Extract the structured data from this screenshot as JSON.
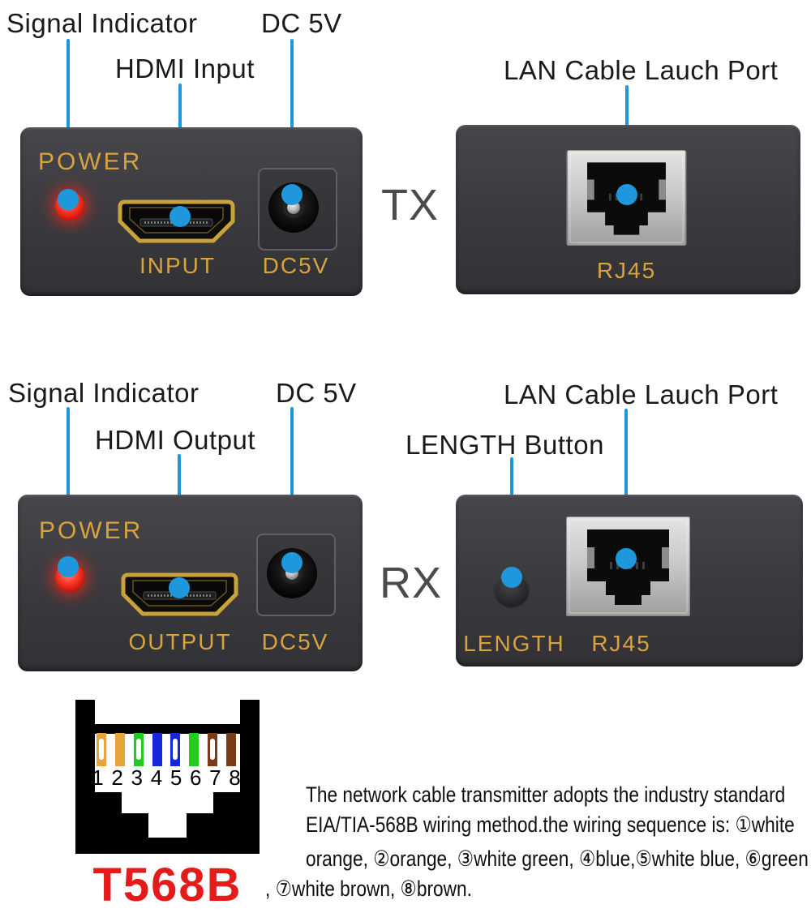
{
  "palette": {
    "callout_blue": "#1F97DC",
    "panel_gray": "#3B3B3E",
    "gold_text": "#D8A33E",
    "led_red": "#F01414",
    "device_label_gray": "#4B4B4B",
    "t568b_red": "#E31B1B"
  },
  "tx_row": {
    "device_label": "TX",
    "callout_signal": "Signal Indicator",
    "callout_hdmi": "HDMI Input",
    "callout_dc": "DC 5V",
    "callout_lan": "LAN Cable Lauch Port",
    "panel_power": "POWER",
    "panel_port": "INPUT",
    "panel_dc": "DC5V",
    "panel_rj45": "RJ45"
  },
  "rx_row": {
    "device_label": "RX",
    "callout_signal": "Signal Indicator",
    "callout_hdmi": "HDMI Output",
    "callout_dc": "DC 5V",
    "callout_lan": "LAN Cable Lauch Port",
    "callout_length": "LENGTH Button",
    "panel_power": "POWER",
    "panel_port": "OUTPUT",
    "panel_dc": "DC5V",
    "panel_length": "LENGTH",
    "panel_rj45": "RJ45"
  },
  "t568b": {
    "title": "T568B",
    "pins": [
      {
        "num": "1",
        "color": "#E8A33C",
        "striped": true,
        "wire": "white orange"
      },
      {
        "num": "2",
        "color": "#E8A33C",
        "striped": false,
        "wire": "orange"
      },
      {
        "num": "3",
        "color": "#21CC21",
        "striped": true,
        "wire": "white green"
      },
      {
        "num": "4",
        "color": "#1626D9",
        "striped": false,
        "wire": "blue"
      },
      {
        "num": "5",
        "color": "#1626D9",
        "striped": true,
        "wire": "white blue"
      },
      {
        "num": "6",
        "color": "#21CC21",
        "striped": false,
        "wire": "green"
      },
      {
        "num": "7",
        "color": "#7A3C16",
        "striped": true,
        "wire": "white brown"
      },
      {
        "num": "8",
        "color": "#7A3C16",
        "striped": false,
        "wire": "brown"
      }
    ]
  },
  "description": {
    "line1": "The network cable transmitter adopts the industry standard",
    "line2": "EIA/TIA-568B wiring method.the wiring sequence is: ①white",
    "line3": "orange, ②orange, ③white green, ④blue,⑤white blue, ⑥green",
    "line4": ", ⑦white brown, ⑧brown."
  }
}
